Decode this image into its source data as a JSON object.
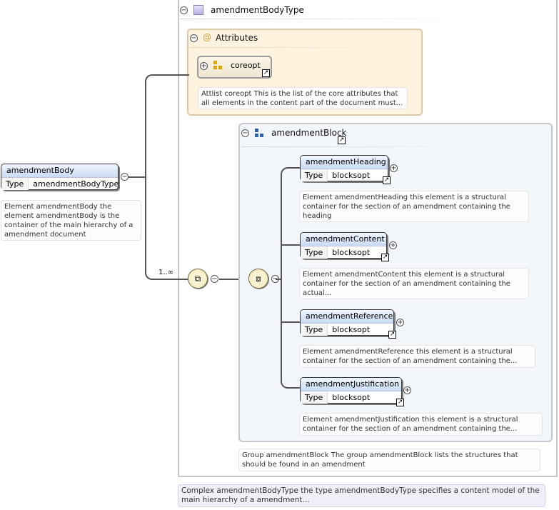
{
  "complex_type": {
    "name": "amendmentBodyType",
    "doc": "Complex amendmentBodyType the type amendmentBodyType specifies a content model of the main hierarchy of a amendment..."
  },
  "attributes": {
    "title": "Attributes",
    "coreopt": "coreopt",
    "doc": "Attlist coreopt This is the list of the core attributes that all elements in the content part of the document must..."
  },
  "root": {
    "name": "amendmentBody",
    "type_key": "Type",
    "type_value": "amendmentBodyType",
    "doc": "Element amendmentBody the element amendmentBody is the container of the main hierarchy of a amendment document"
  },
  "cardinality": "1..∞",
  "group": {
    "name": "amendmentBlock",
    "doc": "Group amendmentBlock The group amendmentBlock lists the structures that should be found in an amendment"
  },
  "children": [
    {
      "name": "amendmentHeading",
      "type_key": "Type",
      "type_value": "blocksopt",
      "doc": "Element amendmentHeading this element is a structural container for the section of an amendment containing the heading"
    },
    {
      "name": "amendmentContent",
      "type_key": "Type",
      "type_value": "blocksopt",
      "doc": "Element amendmentContent this element is a structural container for the section of an amendment containing the actual..."
    },
    {
      "name": "amendmentReference",
      "type_key": "Type",
      "type_value": "blocksopt",
      "doc": "Element amendmentReference this element is a structural container for the section of an amendment containing the..."
    },
    {
      "name": "amendmentJustification",
      "type_key": "Type",
      "type_value": "blocksopt",
      "doc": "Element amendmentJustification this element is a structural container for the section of an amendment containing the..."
    }
  ],
  "icons": {
    "collapse": "⊖",
    "expand": "⊕",
    "at": "@",
    "link": "↗"
  }
}
